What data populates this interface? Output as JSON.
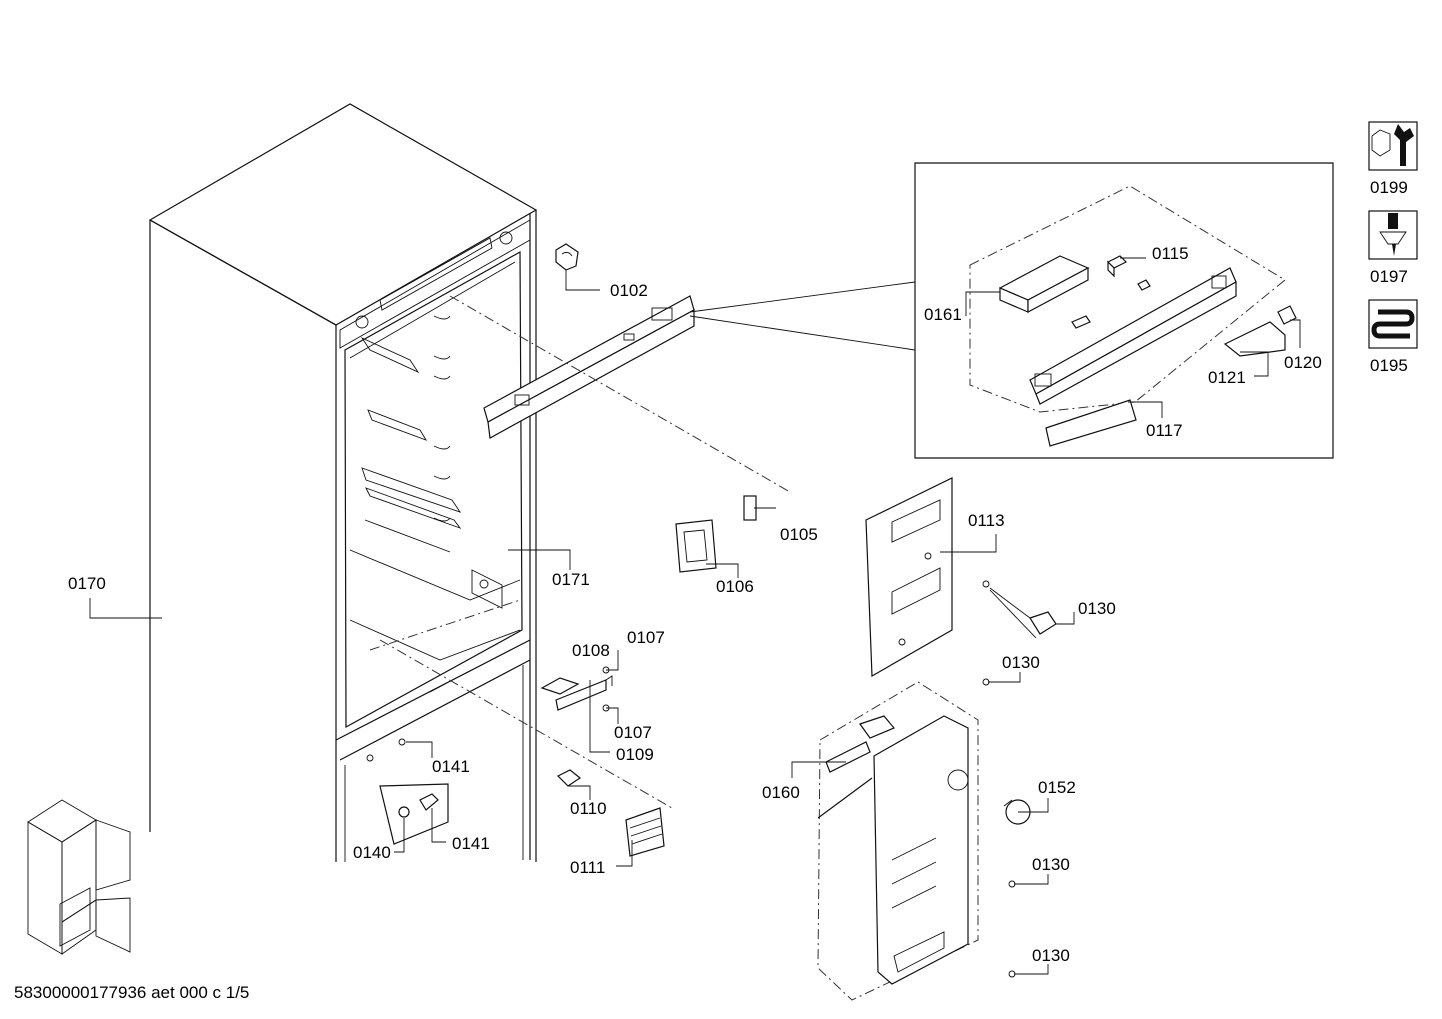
{
  "document_id": "58300000177936 aet 000 c 1/5",
  "part_labels": {
    "p0102": "0102",
    "p0105": "0105",
    "p0106": "0106",
    "p0107a": "0107",
    "p0107b": "0107",
    "p0108": "0108",
    "p0109": "0109",
    "p0110": "0110",
    "p0111": "0111",
    "p0113": "0113",
    "p0115": "0115",
    "p0117": "0117",
    "p0120": "0120",
    "p0121": "0121",
    "p0130a": "0130",
    "p0130b": "0130",
    "p0130c": "0130",
    "p0130d": "0130",
    "p0140": "0140",
    "p0141a": "0141",
    "p0141b": "0141",
    "p0152": "0152",
    "p0160": "0160",
    "p0161": "0161",
    "p0170": "0170",
    "p0171": "0171"
  },
  "tool_icons": [
    {
      "label": "0199",
      "icon": "wrench-nut-icon"
    },
    {
      "label": "0197",
      "icon": "screwdriver-icon"
    },
    {
      "label": "0195",
      "icon": "heating-coil-icon"
    }
  ]
}
